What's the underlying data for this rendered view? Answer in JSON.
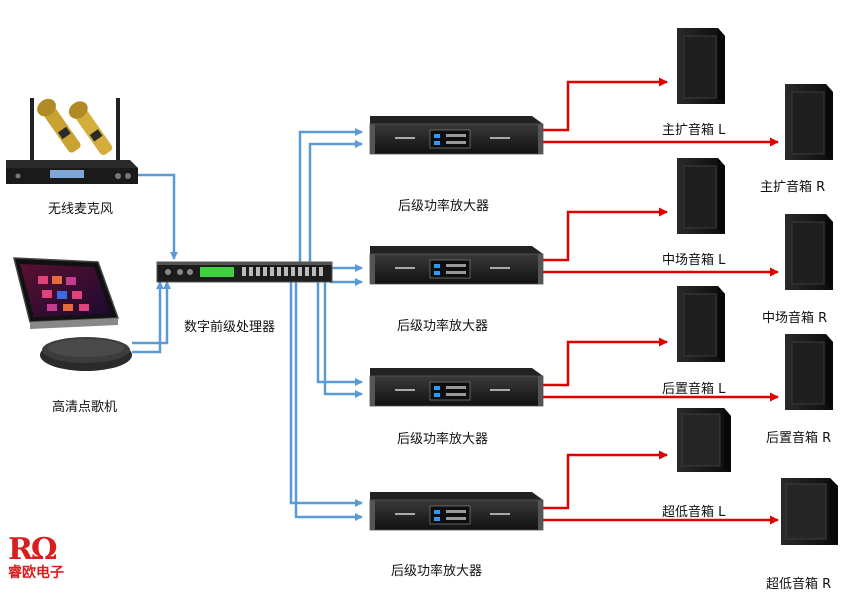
{
  "labels": {
    "mic": "无线麦克风",
    "ktv": "高清点歌机",
    "processor": "数字前级处理器",
    "amp1": "后级功率放大器",
    "amp2": "后级功率放大器",
    "amp3": "后级功率放大器",
    "amp4": "后级功率放大器",
    "main_l": "主扩音箱  L",
    "main_r": "主扩音箱  R",
    "mid_l": "中场音箱  L",
    "mid_r": "中场音箱  R",
    "rear_l": "后置音箱  L",
    "rear_r": "后置音箱  R",
    "sub_l": "超低音箱  L",
    "sub_r": "超低音箱  R"
  },
  "logo": {
    "mark": "RΩ",
    "text": "睿欧电子"
  },
  "colors": {
    "input_line": "#5b9bd5",
    "output_line": "#e00000",
    "brand": "#d81e1e"
  }
}
